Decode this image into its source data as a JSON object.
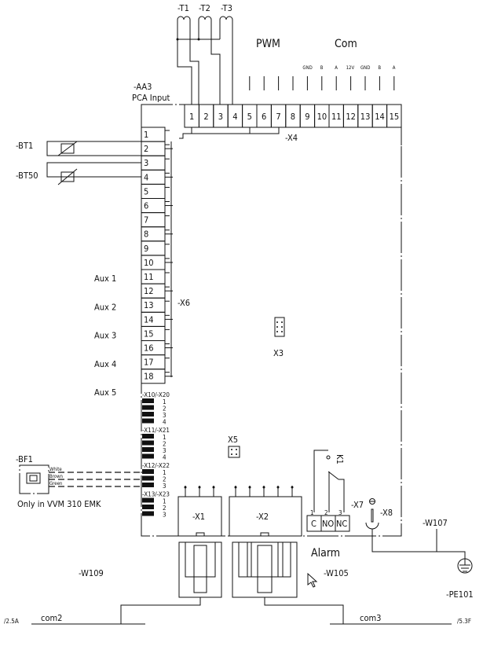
{
  "board": {
    "ref": "-AA3",
    "name": "PCA Input"
  },
  "transformers": [
    "-T1",
    "-T2",
    "-T3"
  ],
  "top_groups": {
    "pwm": "PWM",
    "com": "Com"
  },
  "x4": {
    "ref": "-X4",
    "pins": [
      "1",
      "2",
      "3",
      "4",
      "5",
      "6",
      "7",
      "8",
      "9",
      "10",
      "11",
      "12",
      "13",
      "14",
      "15"
    ],
    "signals": [
      "GND",
      "B",
      "A",
      "12V",
      "GND",
      "B",
      "A"
    ]
  },
  "sensors": {
    "bt1": "-BT1",
    "bt50": "-BT50"
  },
  "x6": {
    "ref": "-X6",
    "pins": [
      "1",
      "2",
      "3",
      "4",
      "5",
      "6",
      "7",
      "8",
      "9",
      "10",
      "11",
      "12",
      "13",
      "14",
      "15",
      "16",
      "17",
      "18"
    ]
  },
  "aux": [
    "Aux 1",
    "Aux 2",
    "Aux 3",
    "Aux 4",
    "Aux 5"
  ],
  "x3": "X3",
  "x5": "X5",
  "small_connectors": [
    {
      "ref": "-X10/-X20",
      "pins": [
        "1",
        "2",
        "3",
        "4"
      ]
    },
    {
      "ref": "-X11/-X21",
      "pins": [
        "1",
        "2",
        "3",
        "4"
      ]
    },
    {
      "ref": "-X12/-X22",
      "pins": [
        "1",
        "2",
        "3"
      ]
    },
    {
      "ref": "-X13/-X23",
      "pins": [
        "1",
        "2",
        "3"
      ]
    }
  ],
  "bf1": {
    "ref": "-BF1",
    "wires": [
      "White",
      "Brown",
      "Green"
    ],
    "note": "Only in VVM 310 EMK"
  },
  "x1": "-X1",
  "x2": "-X2",
  "relay": {
    "ref": "K1",
    "terminal_ref": "-X7",
    "pin_numbers": [
      "1",
      "2",
      "3"
    ],
    "pins": [
      "C",
      "NO",
      "NC"
    ],
    "label": "Alarm"
  },
  "x8": "-X8",
  "cables": {
    "w107": "-W107",
    "pe101": "-PE101",
    "w109": "-W109",
    "w105": "-W105"
  },
  "refs": {
    "left_ref": "/2.5A",
    "left_bus": "com2",
    "right_bus": "com3",
    "right_ref": "/5.3F"
  }
}
